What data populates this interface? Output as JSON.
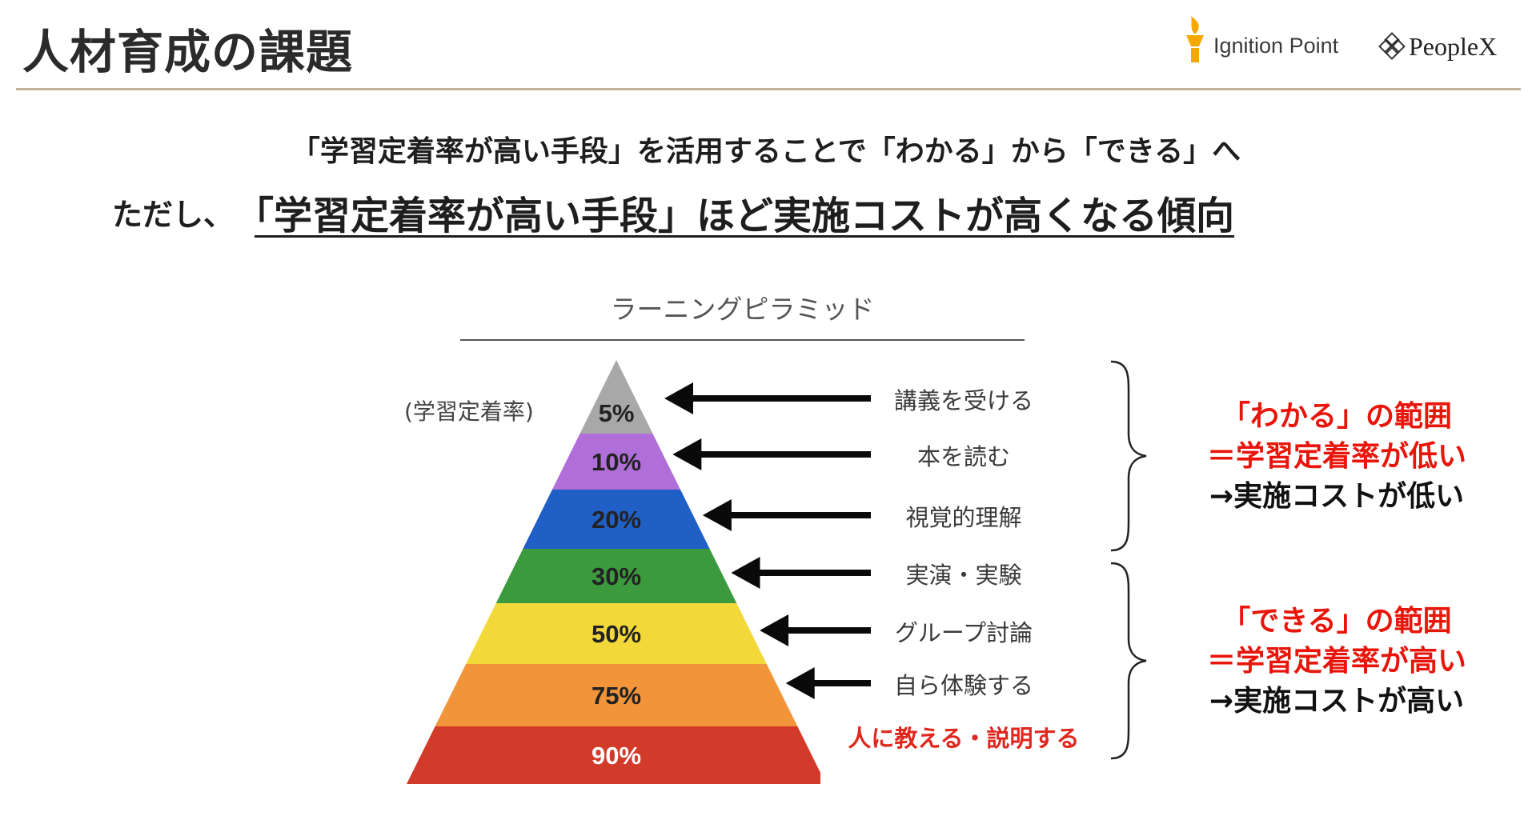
{
  "header": {
    "title": "人材育成の課題",
    "logos": [
      {
        "name": "Ignition Point",
        "text": "Ignition Point",
        "color": "#f5a800"
      },
      {
        "name": "PeopleX",
        "text": "PeopleX"
      }
    ]
  },
  "subtitle": {
    "line1": "「学習定着率が高い手段」を活用することで「わかる」から「できる」へ",
    "line2_prefix": "ただし、",
    "line2_main": "「学習定着率が高い手段」ほど実施コストが高くなる傾向"
  },
  "pyramid": {
    "title": "ラーニングピラミッド",
    "rate_label": "(学習定着率)",
    "levels": [
      {
        "rate": "5%",
        "method": "講義を受ける",
        "color": "#a8a8a8"
      },
      {
        "rate": "10%",
        "method": "本を読む",
        "color": "#b06fd8"
      },
      {
        "rate": "20%",
        "method": "視覚的理解",
        "color": "#1f5fc6"
      },
      {
        "rate": "30%",
        "method": "実演・実験",
        "color": "#3b9a3e"
      },
      {
        "rate": "50%",
        "method": "グループ討論",
        "color": "#f3d83a"
      },
      {
        "rate": "75%",
        "method": "自ら体験する",
        "color": "#f2953a"
      },
      {
        "rate": "90%",
        "method": "人に教える・説明する",
        "color": "#d23a2a"
      }
    ],
    "highlight_color": "#e0271e"
  },
  "ranges": [
    {
      "line1": "「わかる」の範囲",
      "line2": "＝学習定着率が低い",
      "line3": "→実施コストが低い"
    },
    {
      "line1": "「できる」の範囲",
      "line2": "＝学習定着率が高い",
      "line3": "→実施コストが高い"
    }
  ]
}
